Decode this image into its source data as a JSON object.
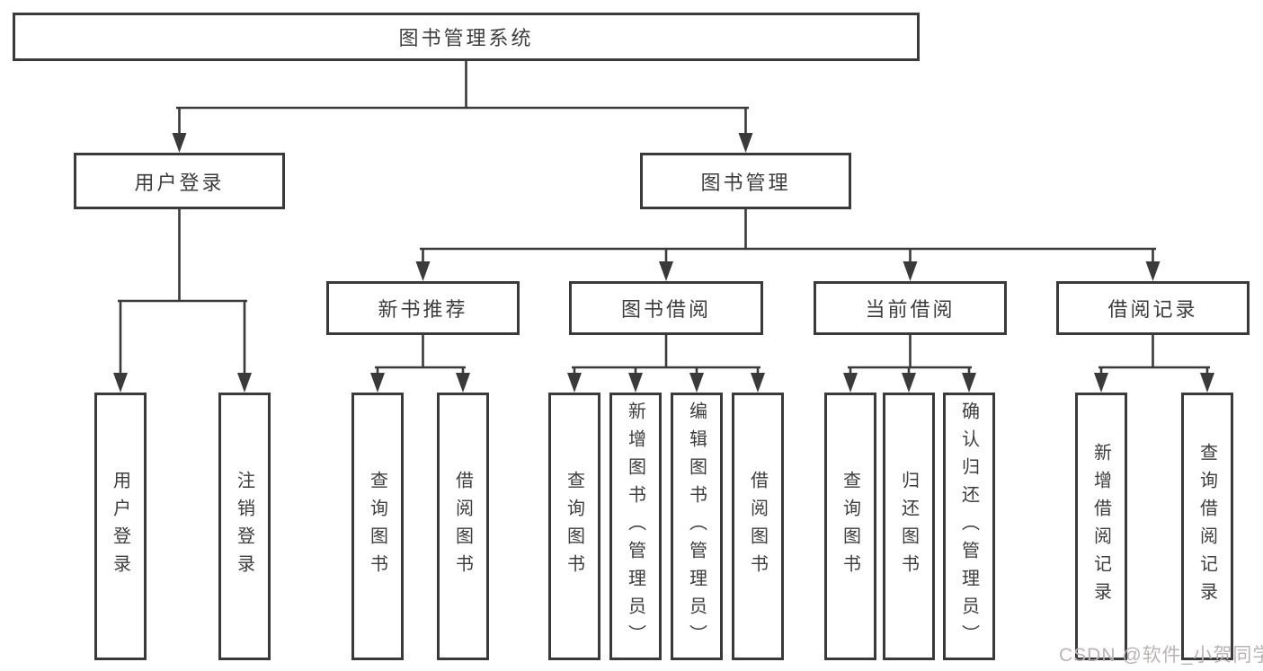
{
  "nodes": {
    "root": {
      "label": "图书管理系统"
    },
    "user_login": {
      "label": "用户登录"
    },
    "book_mgmt": {
      "label": "图书管理"
    },
    "new_book_rec": {
      "label": "新书推荐"
    },
    "book_borrow": {
      "label": "图书借阅"
    },
    "current_borrow": {
      "label": "当前借阅"
    },
    "borrow_records": {
      "label": "借阅记录"
    },
    "leaf_user_login": {
      "label": "用户登录"
    },
    "leaf_logout": {
      "label": "注销登录"
    },
    "leaf_query_book_1": {
      "label": "查询图书"
    },
    "leaf_borrow_book_1": {
      "label": "借阅图书"
    },
    "leaf_query_book_2": {
      "label": "查询图书"
    },
    "leaf_add_book": {
      "label": "新增图书（管理员）"
    },
    "leaf_edit_book": {
      "label": "编辑图书（管理员）"
    },
    "leaf_borrow_book_2": {
      "label": "借阅图书"
    },
    "leaf_query_book_3": {
      "label": "查询图书"
    },
    "leaf_return_book": {
      "label": "归还图书"
    },
    "leaf_confirm_return": {
      "label": "确认归还（管理员）"
    },
    "leaf_add_record": {
      "label": "新增借阅记录"
    },
    "leaf_query_record": {
      "label": "查询借阅记录"
    }
  },
  "hierarchy": {
    "root": "图书管理系统",
    "children": [
      {
        "label": "用户登录",
        "children": [
          "用户登录",
          "注销登录"
        ]
      },
      {
        "label": "图书管理",
        "children": [
          {
            "label": "新书推荐",
            "children": [
              "查询图书",
              "借阅图书"
            ]
          },
          {
            "label": "图书借阅",
            "children": [
              "查询图书",
              "新增图书（管理员）",
              "编辑图书（管理员）",
              "借阅图书"
            ]
          },
          {
            "label": "当前借阅",
            "children": [
              "查询图书",
              "归还图书",
              "确认归还（管理员）"
            ]
          },
          {
            "label": "借阅记录",
            "children": [
              "新增借阅记录",
              "查询借阅记录"
            ]
          }
        ]
      }
    ]
  },
  "watermark": "CSDN @软件_小贺同学",
  "colors": {
    "line": "#3a3a3a",
    "text": "#3d3d3d",
    "background": "#ffffff",
    "watermark": "#b9b4b4"
  }
}
